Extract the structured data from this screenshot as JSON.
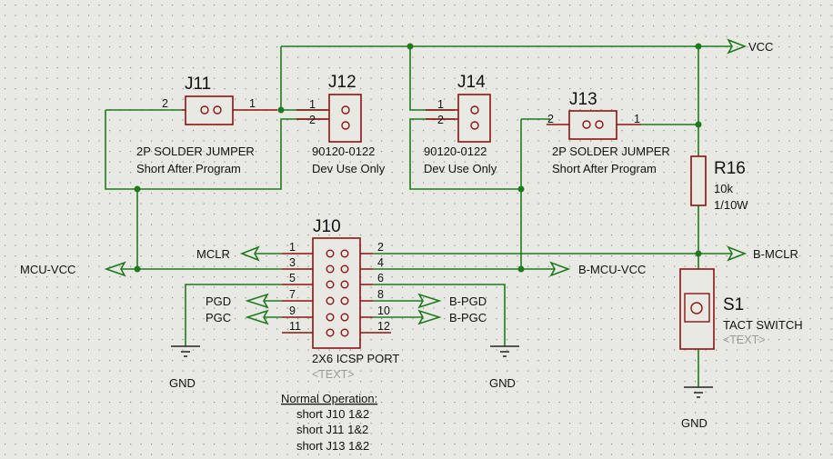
{
  "parts": {
    "j11": {
      "ref": "J11",
      "value": "2P SOLDER JUMPER",
      "desc": "Short After Program",
      "pin_a": "2",
      "pin_b": "1"
    },
    "j12": {
      "ref": "J12",
      "value": "90120-0122",
      "desc": "Dev Use Only",
      "pin_a": "1",
      "pin_b": "2"
    },
    "j14": {
      "ref": "J14",
      "value": "90120-0122",
      "desc": "Dev Use Only",
      "pin_a": "1",
      "pin_b": "2"
    },
    "j13": {
      "ref": "J13",
      "value": "2P SOLDER JUMPER",
      "desc": "Short After Program",
      "pin_a": "2",
      "pin_b": "1"
    },
    "r16": {
      "ref": "R16",
      "value": "10k",
      "rating": "1/10W"
    },
    "j10": {
      "ref": "J10",
      "value": "2X6 ICSP PORT",
      "placeholder": "<TEXT>",
      "pins": [
        "1",
        "2",
        "3",
        "4",
        "5",
        "6",
        "7",
        "8",
        "9",
        "10",
        "11",
        "12"
      ]
    },
    "s1": {
      "ref": "S1",
      "value": "TACT SWITCH",
      "placeholder": "<TEXT>"
    }
  },
  "nets": {
    "vcc": "VCC",
    "mclr": "MCLR",
    "b_mclr": "B-MCLR",
    "mcu_vcc": "MCU-VCC",
    "b_mcu_vcc": "B-MCU-VCC",
    "pgd": "PGD",
    "pgc": "PGC",
    "b_pgd": "B-PGD",
    "b_pgc": "B-PGC",
    "gnd": "GND"
  },
  "note": {
    "heading": "Normal Operation:",
    "lines": [
      "short J10 1&2",
      "short J11 1&2",
      "short J13 1&2"
    ]
  },
  "colors": {
    "wire": "#1f7a1f",
    "part": "#8b1313",
    "background": "#e9e9e4"
  }
}
